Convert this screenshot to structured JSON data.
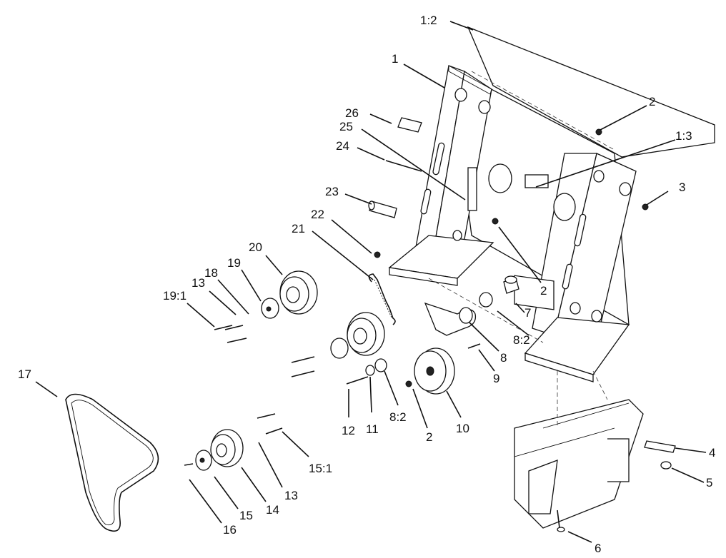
{
  "callouts": [
    {
      "id": "c-1-2",
      "text": "1:2"
    },
    {
      "id": "c-1",
      "text": "1"
    },
    {
      "id": "c-2-top",
      "text": "2"
    },
    {
      "id": "c-26",
      "text": "26"
    },
    {
      "id": "c-25",
      "text": "25"
    },
    {
      "id": "c-1-3",
      "text": "1:3"
    },
    {
      "id": "c-24",
      "text": "24"
    },
    {
      "id": "c-3",
      "text": "3"
    },
    {
      "id": "c-23",
      "text": "23"
    },
    {
      "id": "c-22",
      "text": "22"
    },
    {
      "id": "c-21",
      "text": "21"
    },
    {
      "id": "c-20",
      "text": "20"
    },
    {
      "id": "c-19",
      "text": "19"
    },
    {
      "id": "c-18",
      "text": "18"
    },
    {
      "id": "c-13-top",
      "text": "13"
    },
    {
      "id": "c-19-1",
      "text": "19:1"
    },
    {
      "id": "c-2-mid",
      "text": "2"
    },
    {
      "id": "c-7",
      "text": "7"
    },
    {
      "id": "c-8-2-right",
      "text": "8:2"
    },
    {
      "id": "c-8",
      "text": "8"
    },
    {
      "id": "c-9",
      "text": "9"
    },
    {
      "id": "c-17",
      "text": "17"
    },
    {
      "id": "c-12",
      "text": "12"
    },
    {
      "id": "c-11",
      "text": "11"
    },
    {
      "id": "c-8-2-left",
      "text": "8:2"
    },
    {
      "id": "c-2-bottom",
      "text": "2"
    },
    {
      "id": "c-10",
      "text": "10"
    },
    {
      "id": "c-4",
      "text": "4"
    },
    {
      "id": "c-5",
      "text": "5"
    },
    {
      "id": "c-15-1",
      "text": "15:1"
    },
    {
      "id": "c-13-bottom",
      "text": "13"
    },
    {
      "id": "c-14",
      "text": "14"
    },
    {
      "id": "c-15",
      "text": "15"
    },
    {
      "id": "c-16",
      "text": "16"
    },
    {
      "id": "c-6",
      "text": "6"
    }
  ]
}
